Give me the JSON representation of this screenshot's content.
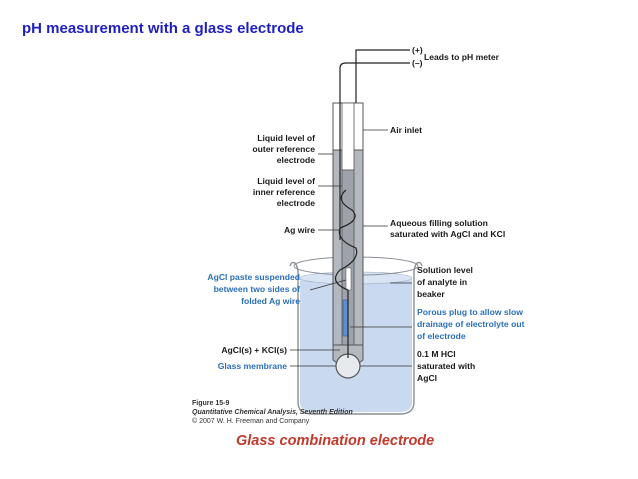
{
  "slide": {
    "title": "pH measurement with a glass electrode",
    "caption": "Glass combination electrode"
  },
  "colors": {
    "title": "#1f1fbf",
    "caption": "#c0392b",
    "blue_label": "#2b6fb8",
    "solution": "#c9d9ef",
    "filling": "#b4b8bf"
  },
  "labels": {
    "lead_plus": "(+)",
    "lead_minus": "(–)",
    "leads": "Leads to pH meter",
    "air_inlet": "Air inlet",
    "outer_level": [
      "Liquid level of",
      "outer reference",
      "electrode"
    ],
    "inner_level": [
      "Liquid level of",
      "inner reference",
      "electrode"
    ],
    "ag_wire": "Ag wire",
    "filling": [
      "Aqueous filling solution",
      "saturated with AgCl and KCl"
    ],
    "agcl_paste": [
      "AgCl paste suspended",
      "between two sides of",
      "folded Ag wire"
    ],
    "solution_level": [
      "Solution level",
      "of analyte in",
      "beaker"
    ],
    "porous_plug": [
      "Porous plug to allow slow",
      "drainage of electrolyte out",
      "of electrode"
    ],
    "agcl_kcl": "AgCl(s) + KCl(s)",
    "glass_membrane": "Glass membrane",
    "hcl": [
      "0.1 M HCl",
      "saturated with",
      "AgCl"
    ]
  },
  "credit": {
    "figure": "Figure 15-9",
    "book": "Quantitative Chemical Analysis, Seventh Edition",
    "copyright": "© 2007 W. H. Freeman and Company"
  }
}
